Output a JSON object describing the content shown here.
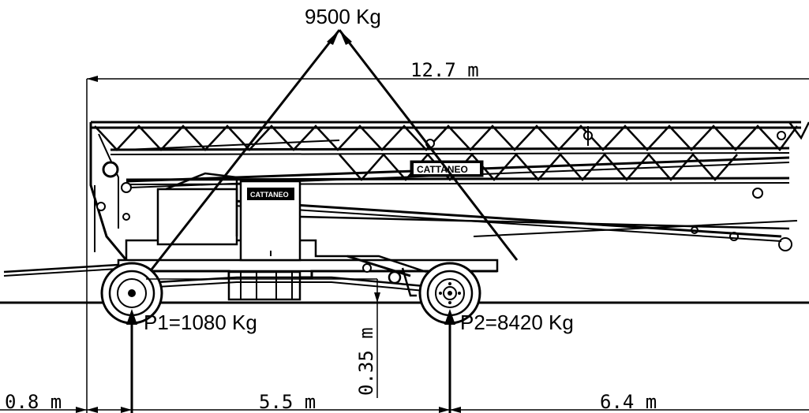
{
  "diagram": {
    "total_weight": "9500 Kg",
    "total_length": "12.7  m",
    "axle_loads": [
      {
        "label": "P1=1080 Kg"
      },
      {
        "label": "P2=8420 Kg"
      }
    ],
    "ground_clearance": "0.35  m",
    "bottom_dimensions": [
      {
        "label": "0.8  m"
      },
      {
        "label": "5.5  m"
      },
      {
        "label": "6.4  m"
      }
    ],
    "brand": "CATTANEO"
  }
}
